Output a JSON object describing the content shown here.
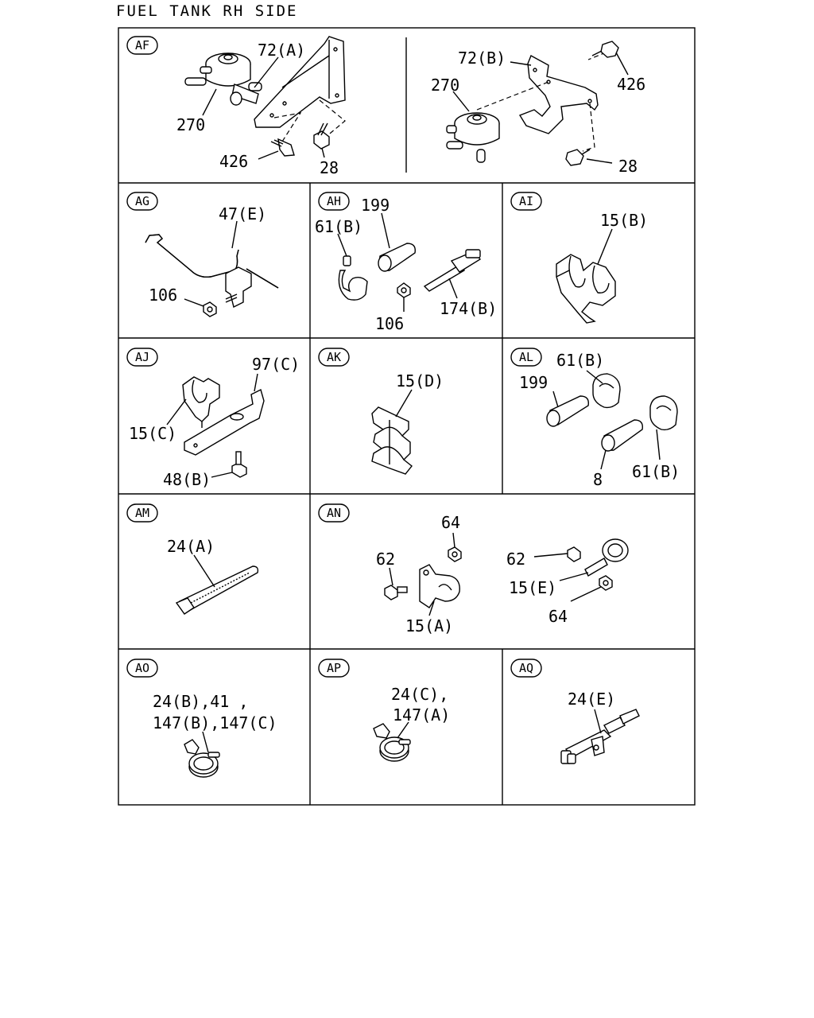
{
  "page": {
    "title": "FUEL TANK RH SIDE"
  },
  "panels": {
    "af": {
      "code": "AF",
      "labels": [
        "72(A)",
        "270",
        "426",
        "28",
        "72(B)",
        "426",
        "270",
        "28"
      ]
    },
    "ag": {
      "code": "AG",
      "labels": [
        "47(E)",
        "106"
      ]
    },
    "ah": {
      "code": "AH",
      "labels": [
        "199",
        "61(B)",
        "106",
        "174(B)"
      ]
    },
    "ai": {
      "code": "AI",
      "labels": [
        "15(B)"
      ]
    },
    "aj": {
      "code": "AJ",
      "labels": [
        "97(C)",
        "15(C)",
        "48(B)"
      ]
    },
    "ak": {
      "code": "AK",
      "labels": [
        "15(D)"
      ]
    },
    "al": {
      "code": "AL",
      "labels": [
        "61(B)",
        "199",
        "8",
        "61(B)"
      ]
    },
    "am": {
      "code": "AM",
      "labels": [
        "24(A)"
      ]
    },
    "an": {
      "code": "AN",
      "labels": [
        "64",
        "62",
        "15(A)",
        "62",
        "15(E)",
        "64"
      ]
    },
    "ao": {
      "code": "AO",
      "labels": [
        "24(B),41 ,",
        "147(B),147(C)"
      ]
    },
    "ap": {
      "code": "AP",
      "labels": [
        "24(C),",
        "147(A)"
      ]
    },
    "aq": {
      "code": "AQ",
      "labels": [
        "24(E)"
      ]
    }
  }
}
